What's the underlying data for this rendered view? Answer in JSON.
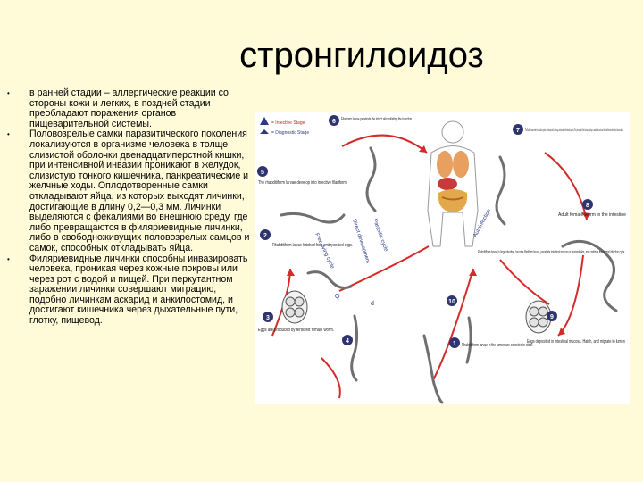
{
  "slide": {
    "title": "стронгилоидоз",
    "bullets": [
      "в ранней стадии – аллергические реакции со стороны кожи и легких, в поздней стадии преобладают поражения органов пищеварительной системы.",
      "Половозрелые самки паразитического поколения локализуются в организме человека в толще слизистой оболочки двенадцатиперстной кишки, при интенсивной инвазии проникают в желудок, слизистую тонкого кишечника, панкреатические и желчные ходы. Оплодотворенные самки откладывают яйца, из которых выходят личинки, достигающие в длину 0,2—0,3 мм. Личинки выделяются с фекалиями во внешнюю среду, где либо превращаются в филяриевидные личинки, либо в свободноживущих половозрелых самцов и самок, способных откладывать яйца.",
      "Филяриевидные личинки способны инвазировать человека, проникая через кожные покровы или через рот с водой и пищей. При перкутантном заражении личинки совершают миграцию, подобно личинкам аскарид и анкилостомид, и достигают кишечника через дыхательные пути, глотку, пищевод."
    ]
  },
  "diagram": {
    "legend": {
      "infective": "= Infective Stage",
      "diagnostic": "= Diagnostic Stage"
    },
    "steps": {
      "s6": "Filariform larvae penetrate the intact skin initiating the infection.",
      "s7": "The filariform larvae enter the circulatory system, are transported to the lungs, and penetrate the alveolar spaces. They are carried to the trachea and pharynx, swallowed, and reach the small intestine where they become adults.",
      "s8": "Adult female worm in the intestine",
      "s9": "Eggs deposited in intestinal mucosa. Hatch, and migrate to lumen",
      "s10": "Rhabditiform larvae in large intestine, become filariform larvae, penetrate intestinal mucosa or perianal skin, and continue the normal infection cycle.",
      "s1": "Rhabditiform larvae in the lumen are excreted in stool.",
      "s2": "Rhabditiform larvae hatched from embryonated eggs.",
      "s3": "Eggs are produced by fertilized female worm.",
      "s5": "The rhabditiform larvae develop into infective filariform."
    },
    "labels": {
      "autoinfection": "Autoinfection",
      "free_living": "Free-living cycle",
      "parasitic": "Parasitic cycle",
      "direct": "Direct development",
      "q": "Q",
      "d": "d"
    },
    "numbers": {
      "n1": "1",
      "n2": "2",
      "n3": "3",
      "n4": "4",
      "n5": "5",
      "n6": "6",
      "n7": "7",
      "n8": "8",
      "n9": "9",
      "n10": "10"
    },
    "colors": {
      "infective_red": "#c8202c",
      "diagnostic_blue": "#2b3a86",
      "arrow": "#d42a2a",
      "worm": "#6f6f6f",
      "badge": "#2f3470"
    }
  }
}
